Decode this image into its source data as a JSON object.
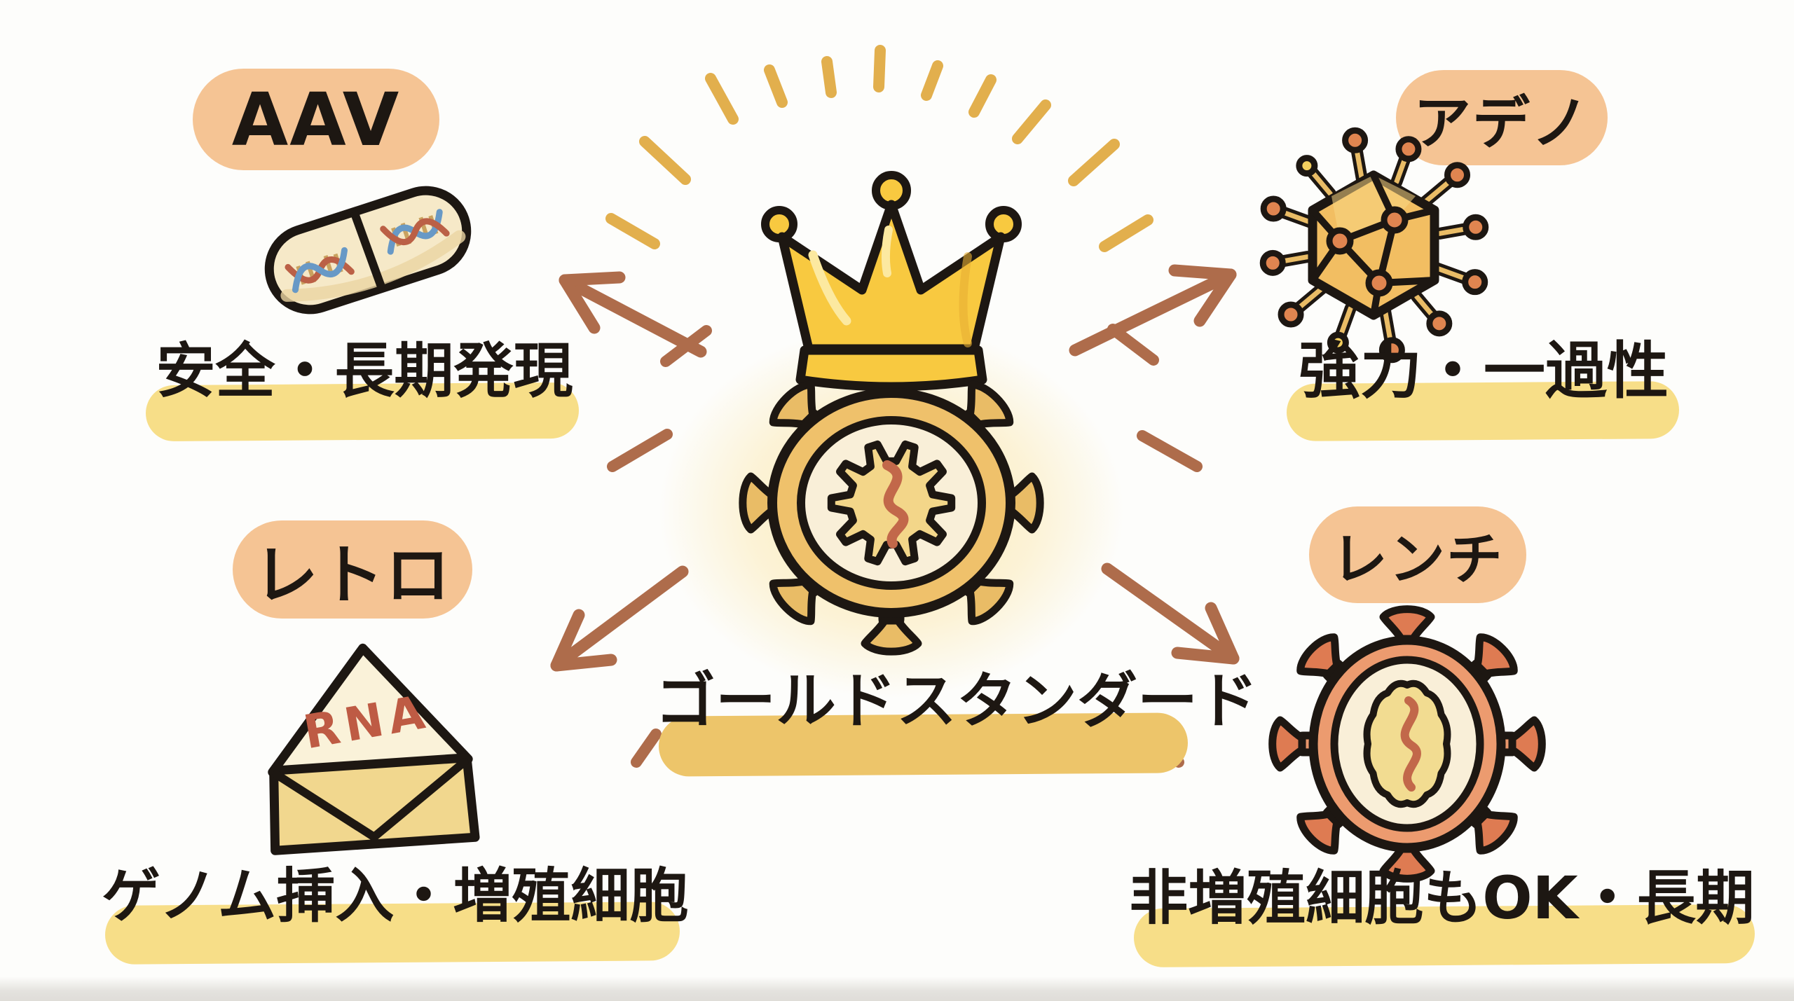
{
  "diagram_title": "ゴールドスタンダード",
  "center": {
    "caption": "ゴールドスタンダード",
    "icon": "crowned-gold-virus"
  },
  "vectors": {
    "aav": {
      "label": "AAV",
      "feature": "安全・長期発現",
      "icon": "capsule-with-dna"
    },
    "adeno": {
      "label": "アデノ",
      "feature": "強力・一過性",
      "icon": "adenovirus-icosahedron"
    },
    "retro": {
      "label": "レトロ",
      "feature": "ゲノム挿入・増殖細胞",
      "icon": "envelope-with-rna",
      "envelope_text": "RNA"
    },
    "lenti": {
      "label": "レンチ",
      "feature": "非増殖細胞もOK・長期",
      "icon": "lentivirus-particle"
    }
  },
  "colors": {
    "ink": "#1d1712",
    "peach": "#f5c494",
    "marker-yellow": "#f7de88",
    "marker-gold": "#edc56a",
    "brown": "#ae6c4b",
    "ray-gold": "#e2af4d",
    "crown-gold": "#f8c940",
    "crown-light": "#fce9a0",
    "gold-ring": "#efc16b",
    "spike-gold": "#e9bc66",
    "cream": "#f9efd8",
    "gear": "#f3d689",
    "squiggle": "#c2684a",
    "capsule": "#f6e9c8",
    "capsule-shade": "#ebd5a2",
    "dna-blue": "#6899c6",
    "dna-red": "#bb6046",
    "dna-rung": "#c9a25f",
    "adeno-body": "#f2be62",
    "adeno-tip": "#e08550",
    "adeno-tip-alt": "#f4cf5e",
    "env-body": "#f1d78e",
    "env-flap": "#faf2d9",
    "rna-red": "#be5b44",
    "lenti-ring": "#ec9b6f",
    "lenti-spike": "#e9966b",
    "lenti-cap": "#de7b52",
    "lenti-blob": "#f2dc91",
    "stem-gold": "#e9b64e"
  }
}
